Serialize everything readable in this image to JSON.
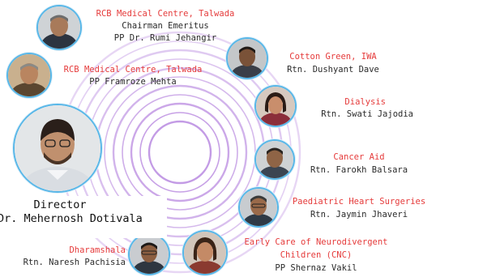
{
  "colors": {
    "ring": "#b98ae0",
    "avatar_border": "#58b7e8",
    "role_text": "#e53b3b",
    "name_text": "#2a2a2a"
  },
  "director": {
    "title": "Director",
    "name": "Dr. Mehernosh Dotivala"
  },
  "members": [
    {
      "role": "RCB Medical Centre, Talwada",
      "lines": [
        "Chairman Emeritus",
        "PP Dr. Rumi Jehangir"
      ]
    },
    {
      "role": "RCB Medical Centre, Talwada",
      "lines": [
        "PP Framroze Mehta"
      ]
    },
    {
      "role": "Cotton Green, IWA",
      "lines": [
        "Rtn. Dushyant Dave"
      ]
    },
    {
      "role": "Dialysis",
      "lines": [
        "Rtn. Swati Jajodia"
      ]
    },
    {
      "role": "Cancer Aid",
      "lines": [
        "Rtn. Farokh Balsara"
      ]
    },
    {
      "role": "Paediatric Heart Surgeries",
      "lines": [
        "Rtn. Jaymin Jhaveri"
      ]
    },
    {
      "role": "Early Care of Neurodivergent",
      "role2": "Children (CNC)",
      "lines": [
        "PP Shernaz Vakil"
      ]
    },
    {
      "role": "Dharamshala",
      "lines": [
        "Rtn. Naresh Pachisia"
      ]
    }
  ]
}
